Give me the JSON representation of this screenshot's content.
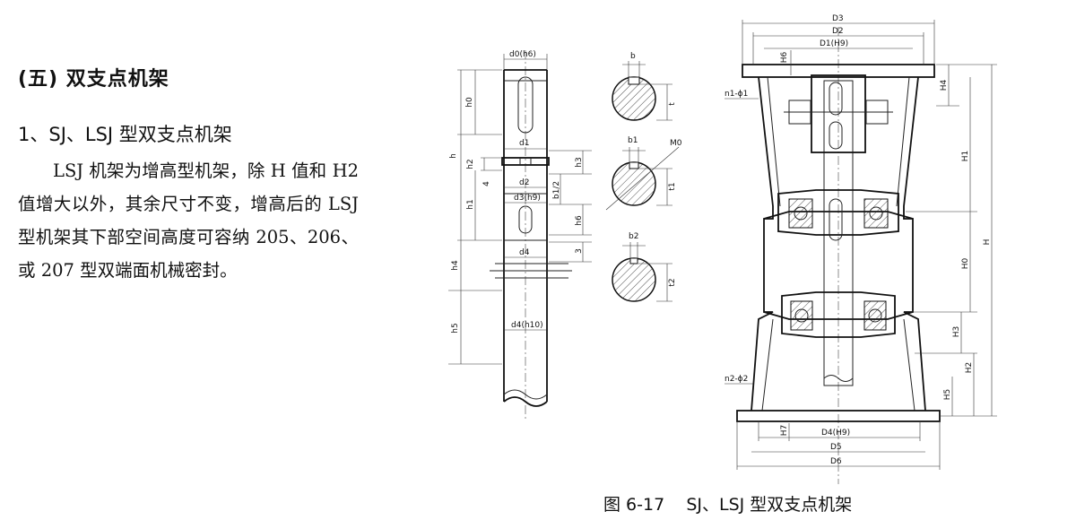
{
  "text": {
    "section_title": "(五) 双支点机架",
    "subsection_title": "1、SJ、LSJ 型双支点机架",
    "paragraph": "LSJ 机架为增高型机架，除 H 值和 H2 值增大以外，其余尺寸不变，增高后的 LSJ 型机架其下部空间高度可容纳 205、206、或 207 型双端面机械密封。",
    "caption": "图 6-17    SJ、LSJ 型双支点机架"
  },
  "shaft_labels": {
    "d0": "d0(h6)",
    "h0": "h0",
    "h": "h",
    "d1": "d1",
    "h2": "h2",
    "h3": "h3",
    "four": "4",
    "d2": "d2",
    "b_half": "b1/2",
    "h1": "h1",
    "d3": "d3(h9)",
    "h6": "h6",
    "three": "3",
    "d4": "d4",
    "h4": "h4",
    "h5": "h5",
    "d4h10": "d4(h10)"
  },
  "section_labels": {
    "b": "b",
    "t": "t",
    "b1": "b1",
    "m0": "M0",
    "t1": "t1",
    "b2": "b2",
    "t2": "t2"
  },
  "frame_labels": {
    "D3": "D3",
    "D2": "D2",
    "D1": "D1(H9)",
    "H6": "H6",
    "H4": "H4",
    "n1": "n1-ϕ1",
    "H1": "H1",
    "H": "H",
    "H0": "H0",
    "H3": "H3",
    "H2": "H2",
    "n2": "n2-ϕ2",
    "H5": "H5",
    "H7": "H7",
    "D4": "D4(H9)",
    "D5": "D5",
    "D6": "D6"
  }
}
